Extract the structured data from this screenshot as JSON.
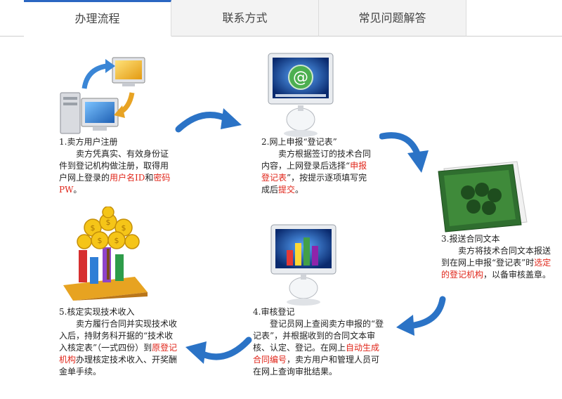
{
  "tabs": [
    {
      "label": "办理流程",
      "active": true
    },
    {
      "label": "联系方式",
      "active": false
    },
    {
      "label": "常见问题解答",
      "active": false
    }
  ],
  "steps": {
    "s1": {
      "title": "1.卖方用户注册",
      "t1": "卖方凭真实、有效身份证件到登记机构做注册，取得用户网上登录的",
      "red1": "用户名ID",
      "t2": "和",
      "red2": "密码PW",
      "t3": "。"
    },
    "s2": {
      "title": "2.网上申报“登记表”",
      "t1": "卖方根据签订的技术合同内容，上网登录后选择“",
      "red1": "申报登记表",
      "t2": "”，按提示逐项填写完成后",
      "red2": "提交",
      "t3": "。"
    },
    "s3": {
      "title": "3.报送合同文本",
      "t1": "卖方将技术合同文本报送到在网上申报“登记表”时",
      "red1": "选定的登记机构",
      "t2": "，以备审核盖章。"
    },
    "s4": {
      "title": "4.审核登记",
      "t1": "登记员网上查阅卖方申报的“登记表”，并根据收到的合同文本审核、认定、登记。在网上",
      "red1": "自动生成合同编号",
      "t2": "，卖方用户和管理人员可在网上查询审批结果。"
    },
    "s5": {
      "title": "5.核定实现技术收入",
      "t1": "卖方履行合同并实现技术收入后，持财务科开据的“技术收入核定表”（一式四份）到",
      "red1": "原登记机构",
      "t2": "办理核定技术收入、开奖酬金单手续。"
    }
  }
}
